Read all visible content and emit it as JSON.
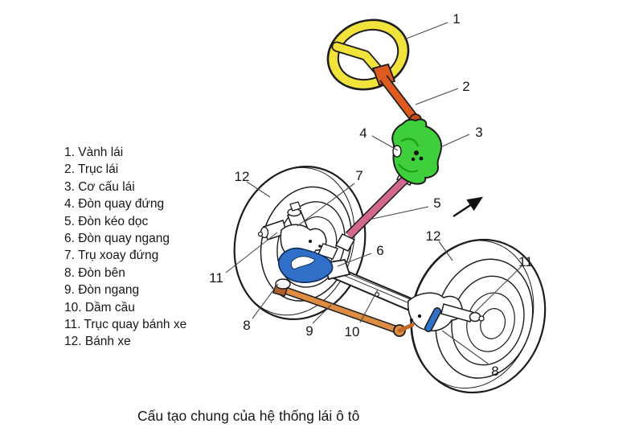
{
  "caption": "Cấu tạo chung của hệ thống lái ô tô",
  "legend": {
    "items": [
      "1. Vành lái",
      "2. Trục lái",
      "3. Cơ cấu lái",
      "4. Đòn quay đứng",
      "5. Đòn kéo dọc",
      "6. Đòn quay ngang",
      "7. Trụ xoay đứng",
      "8. Đòn bên",
      "9. Đòn ngang",
      "10. Dầm cầu",
      "11. Trục quay bánh xe",
      "12. Bánh xe"
    ]
  },
  "callouts": {
    "n1": "1",
    "n2": "2",
    "n3": "3",
    "n4": "4",
    "n5": "5",
    "n6": "6",
    "n7": "7",
    "n8_left": "8",
    "n8_right": "8",
    "n9": "9",
    "n10": "10",
    "n11_left": "11",
    "n11_right": "11",
    "n12_left": "12",
    "n12_right": "12"
  },
  "colors": {
    "steering_wheel": "#f2e33c",
    "steering_shaft": "#df5a1f",
    "shaft_joint": "#c44a18",
    "gearbox": "#3fcf3a",
    "drag_link": "#d2688e",
    "steering_arm": "#3070c8",
    "tie_rod": "#dd8c42",
    "tie_rod_clamp": "#b06030",
    "outline": "#1d1d1d"
  }
}
